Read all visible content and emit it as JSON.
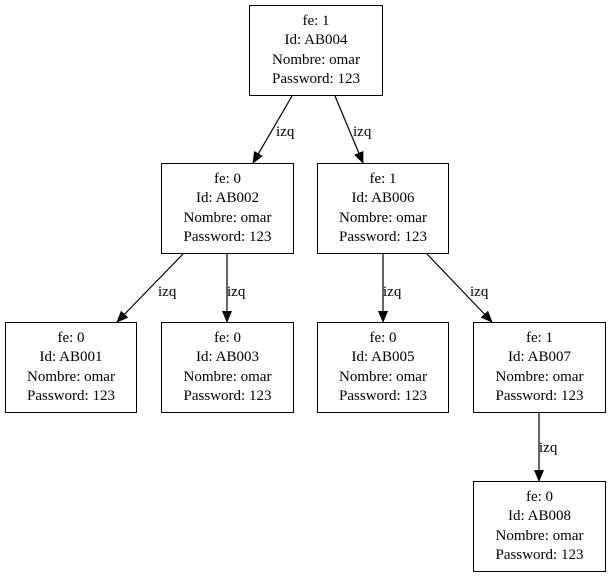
{
  "nodes": {
    "ab004": {
      "fe": "fe: 1",
      "id": "Id: AB004",
      "nombre": "Nombre: omar",
      "password": "Password: 123"
    },
    "ab002": {
      "fe": "fe: 0",
      "id": "Id: AB002",
      "nombre": "Nombre: omar",
      "password": "Password: 123"
    },
    "ab006": {
      "fe": "fe: 1",
      "id": "Id: AB006",
      "nombre": "Nombre: omar",
      "password": "Password: 123"
    },
    "ab001": {
      "fe": "fe: 0",
      "id": "Id: AB001",
      "nombre": "Nombre: omar",
      "password": "Password: 123"
    },
    "ab003": {
      "fe": "fe: 0",
      "id": "Id: AB003",
      "nombre": "Nombre: omar",
      "password": "Password: 123"
    },
    "ab005": {
      "fe": "fe: 0",
      "id": "Id: AB005",
      "nombre": "Nombre: omar",
      "password": "Password: 123"
    },
    "ab007": {
      "fe": "fe: 1",
      "id": "Id: AB007",
      "nombre": "Nombre: omar",
      "password": "Password: 123"
    },
    "ab008": {
      "fe": "fe: 0",
      "id": "Id: AB008",
      "nombre": "Nombre: omar",
      "password": "Password: 123"
    }
  },
  "edges": [
    {
      "from": "AB004",
      "to": "AB002",
      "label": "izq"
    },
    {
      "from": "AB004",
      "to": "AB006",
      "label": "izq"
    },
    {
      "from": "AB002",
      "to": "AB001",
      "label": "izq"
    },
    {
      "from": "AB002",
      "to": "AB003",
      "label": "izq"
    },
    {
      "from": "AB006",
      "to": "AB005",
      "label": "izq"
    },
    {
      "from": "AB006",
      "to": "AB007",
      "label": "izq"
    },
    {
      "from": "AB007",
      "to": "AB008",
      "label": "izq"
    }
  ]
}
